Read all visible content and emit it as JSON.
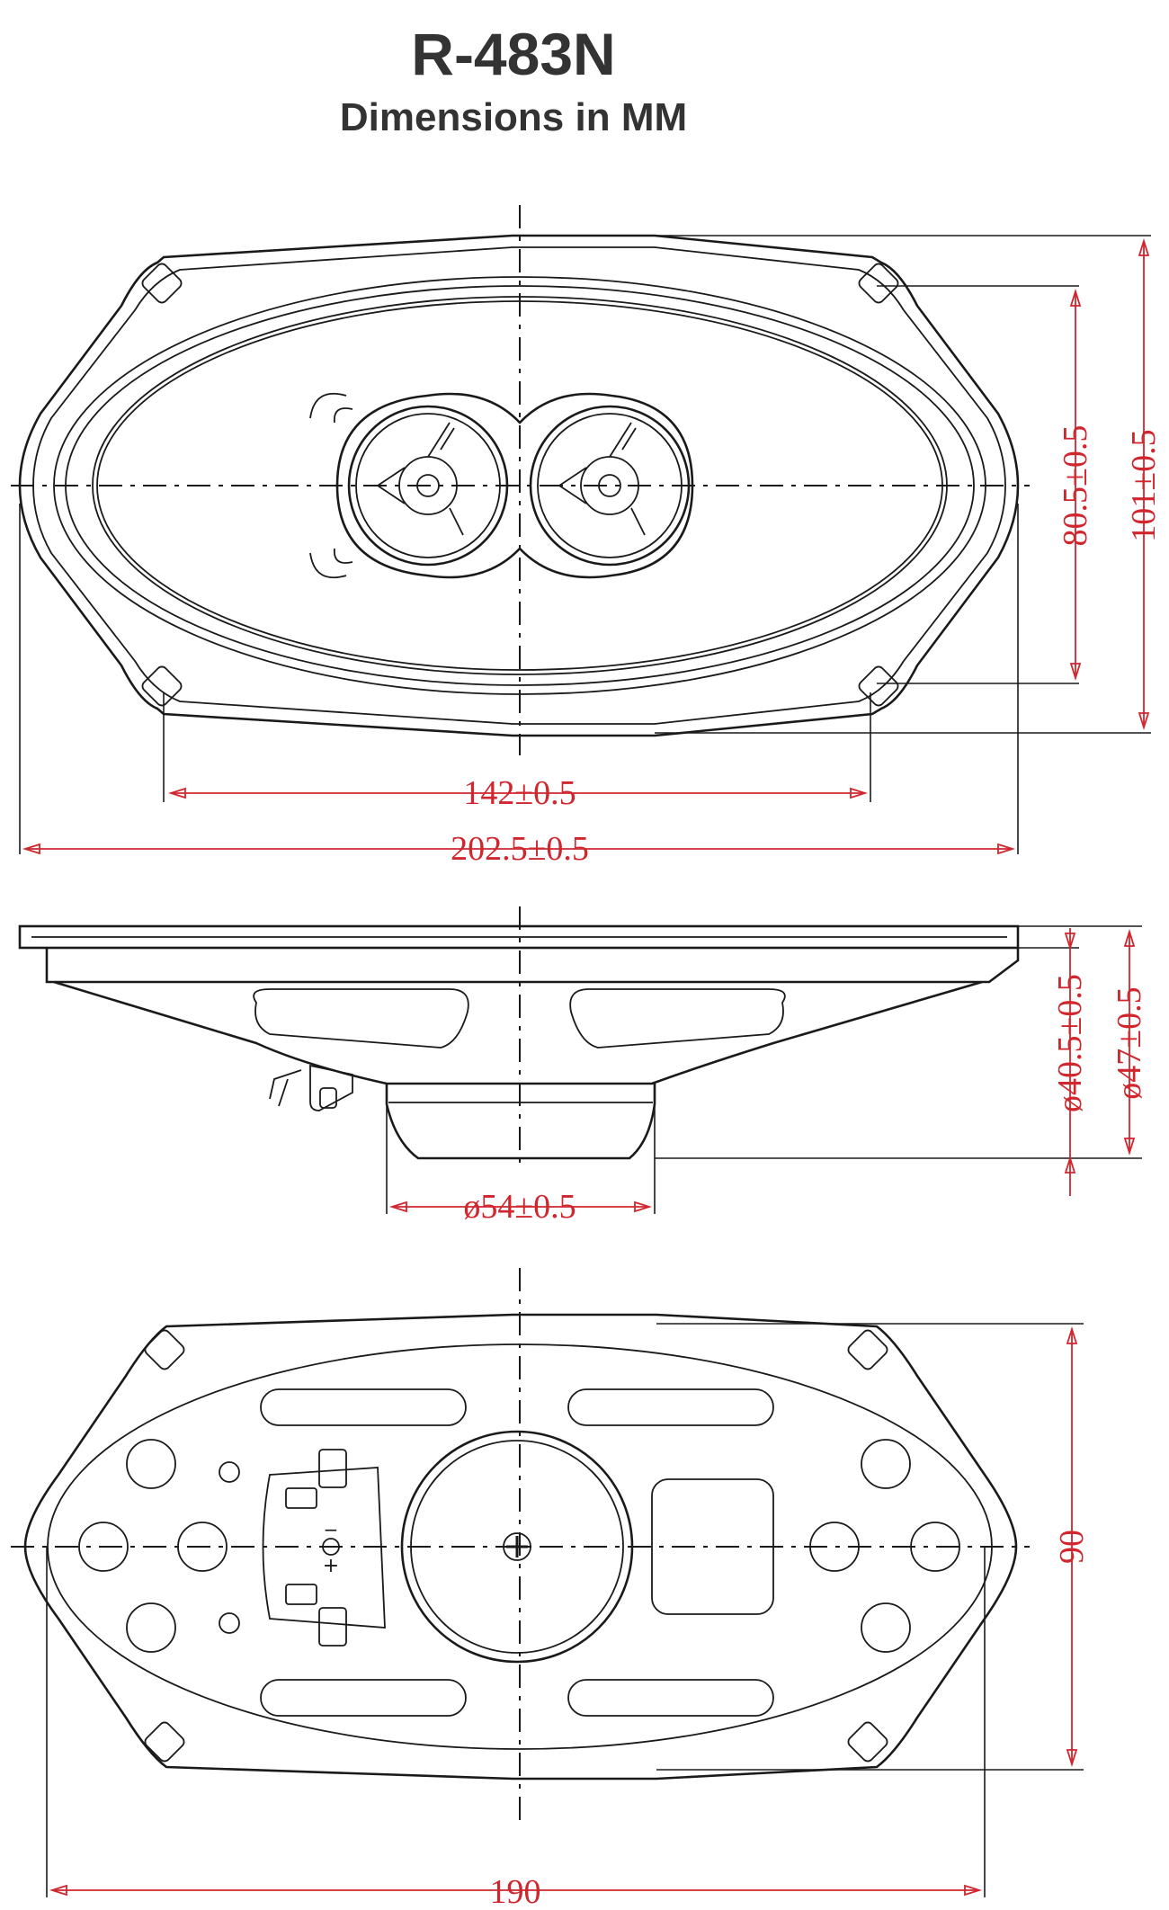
{
  "header": {
    "model": "R-483N",
    "units": "Dimensions in MM"
  },
  "dimensions": {
    "mount_hole_spacing_width": "142±0.5",
    "overall_width": "202.5±0.5",
    "mount_hole_spacing_height": "80.5±0.5",
    "overall_height": "101±0.5",
    "total_depth": "ø47±0.5",
    "mounting_depth": "ø40.5±0.5",
    "magnet_diameter": "ø54±0.5",
    "cutout_width": "190",
    "cutout_height": "90"
  },
  "terminal_marks": {
    "negative": "−",
    "positive": "+"
  },
  "colors": {
    "line": "#1a1a1a",
    "dimension": "#d0262e",
    "title": "#333333"
  }
}
